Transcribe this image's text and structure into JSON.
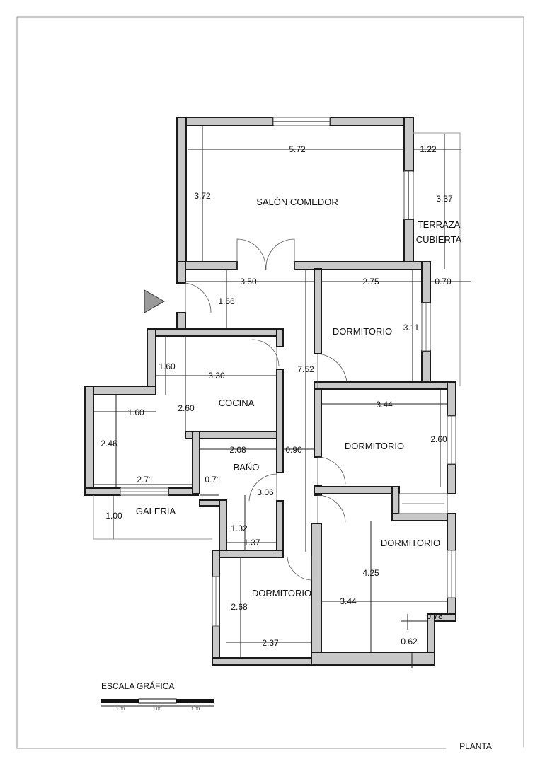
{
  "rooms": {
    "salon": "SALÓN COMEDOR",
    "terraza_1": "TERRAZA",
    "terraza_2": "CUBIERTA",
    "dorm1": "DORMITORIO",
    "dorm2": "DORMITORIO",
    "dorm3": "DORMITORIO",
    "dorm4": "DORMITORIO",
    "cocina": "COCINA",
    "bano": "BAÑO",
    "galeria": "GALERIA"
  },
  "dimensions": {
    "salon_w": "5.72",
    "terr_w": "1.22",
    "salon_h": "3.72",
    "terr_h": "3.37",
    "hall_w": "3.50",
    "hall_h": "1.66",
    "d1_w": "2.75",
    "wall_070": "0.70",
    "d1_h": "3.11",
    "corr_len": "7.52",
    "coc_a": "1.60",
    "coc_w": "3.30",
    "coc_b": "1.60",
    "coc_h": "2.60",
    "d2_w": "3.44",
    "d2_h": "2.60",
    "gal_h": "2.46",
    "bano_w": "2.08",
    "corr_w": "0.90",
    "gal_w": "2.71",
    "pass_w": "0.71",
    "bano_h": "3.06",
    "gal_d": "1.00",
    "sm_h": "1.32",
    "sm_w": "1.37",
    "d3_h": "4.25",
    "d4_h": "2.68",
    "d3_w": "3.44",
    "d3_078": "0.78",
    "d4_w": "2.37",
    "d3_062": "0.62"
  },
  "scale": {
    "title": "ESCALA GRÁFICA",
    "labels": [
      "1.00",
      "1.00",
      "1.00"
    ]
  },
  "footer": {
    "title": "PLANTA"
  }
}
